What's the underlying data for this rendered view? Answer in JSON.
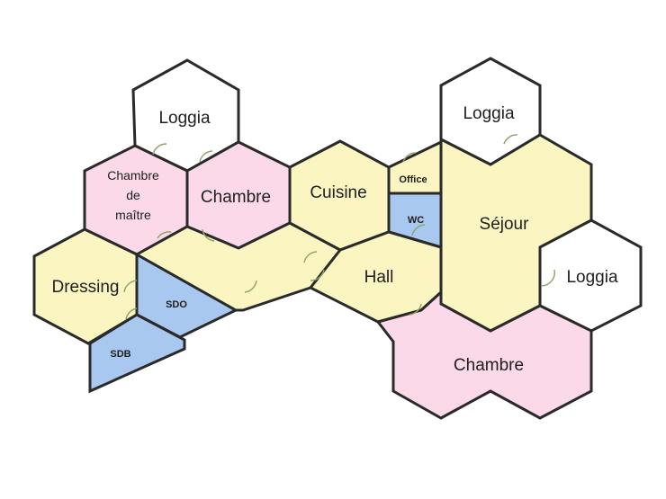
{
  "rooms": {
    "loggia_top_left": "Loggia",
    "chambre_de_maitre_line1": "Chambre",
    "chambre_de_maitre_line2": "de",
    "chambre_de_maitre_line3": "maître",
    "chambre_top": "Chambre",
    "cuisine": "Cuisine",
    "office": "Office",
    "wc": "WC",
    "loggia_top_right": "Loggia",
    "sejour": "Séjour",
    "loggia_right": "Loggia",
    "dressing": "Dressing",
    "sdo": "SDO",
    "sdb": "SDB",
    "hall": "Hall",
    "chambre_bottom": "Chambre"
  },
  "colors": {
    "yellow": "#fbf6c1",
    "pink": "#fbd9e8",
    "blue": "#a9c8ef",
    "wall": "#2a2a2a"
  }
}
